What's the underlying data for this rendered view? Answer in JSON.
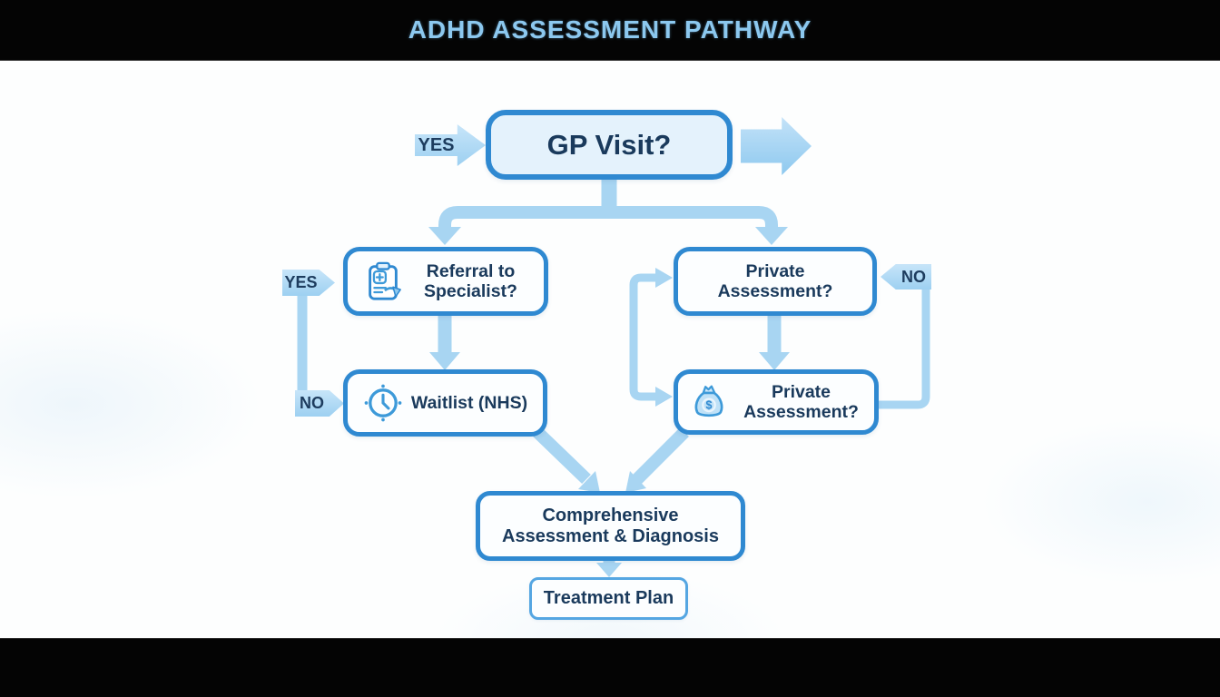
{
  "title": "ADHD ASSESSMENT PATHWAY",
  "colors": {
    "letterbox_bar": "#040404",
    "title_text": "#8cc8ef",
    "box_border": "#2f89d1",
    "box_fill": "#fcfeff",
    "gp_box_fill": "#e4f2fc",
    "connector_blue": "#a8d5f2",
    "label_text": "#1a3a5c"
  },
  "nodes": {
    "gp_visit": {
      "label": "GP Visit?"
    },
    "referral": {
      "label": "Referral to Specialist?",
      "icon": "clipboard-referral-icon"
    },
    "waitlist": {
      "label": "Waitlist (NHS)",
      "icon": "clock-icon"
    },
    "private_top": {
      "label": "Private Assessment?"
    },
    "private_bottom": {
      "label": "Private Assessment?",
      "icon": "money-bag-icon"
    },
    "comprehensive": {
      "label": "Comprehensive Assessment & Diagnosis"
    },
    "treatment": {
      "label": "Treatment Plan"
    }
  },
  "edge_labels": {
    "gp_entry_yes": "YES",
    "referral_yes": "YES",
    "waitlist_no": "NO",
    "private_no": "NO"
  },
  "edges": [
    {
      "from": "entry",
      "to": "gp_visit",
      "label": "YES"
    },
    {
      "from": "gp_visit",
      "to": "exit_right",
      "label": ""
    },
    {
      "from": "gp_visit",
      "to": "referral",
      "label": ""
    },
    {
      "from": "gp_visit",
      "to": "private_top",
      "label": ""
    },
    {
      "from": "referral",
      "to": "waitlist",
      "label": ""
    },
    {
      "from": "referral",
      "to": "waitlist",
      "label": "YES/NO side rail"
    },
    {
      "from": "private_top",
      "to": "private_bottom",
      "label": ""
    },
    {
      "from": "private_top",
      "to": "private_bottom",
      "label": "NO side rail"
    },
    {
      "from": "waitlist",
      "to": "comprehensive",
      "label": ""
    },
    {
      "from": "private_bottom",
      "to": "comprehensive",
      "label": ""
    },
    {
      "from": "comprehensive",
      "to": "treatment",
      "label": ""
    }
  ],
  "icons": {
    "dollar_symbol": "$"
  }
}
